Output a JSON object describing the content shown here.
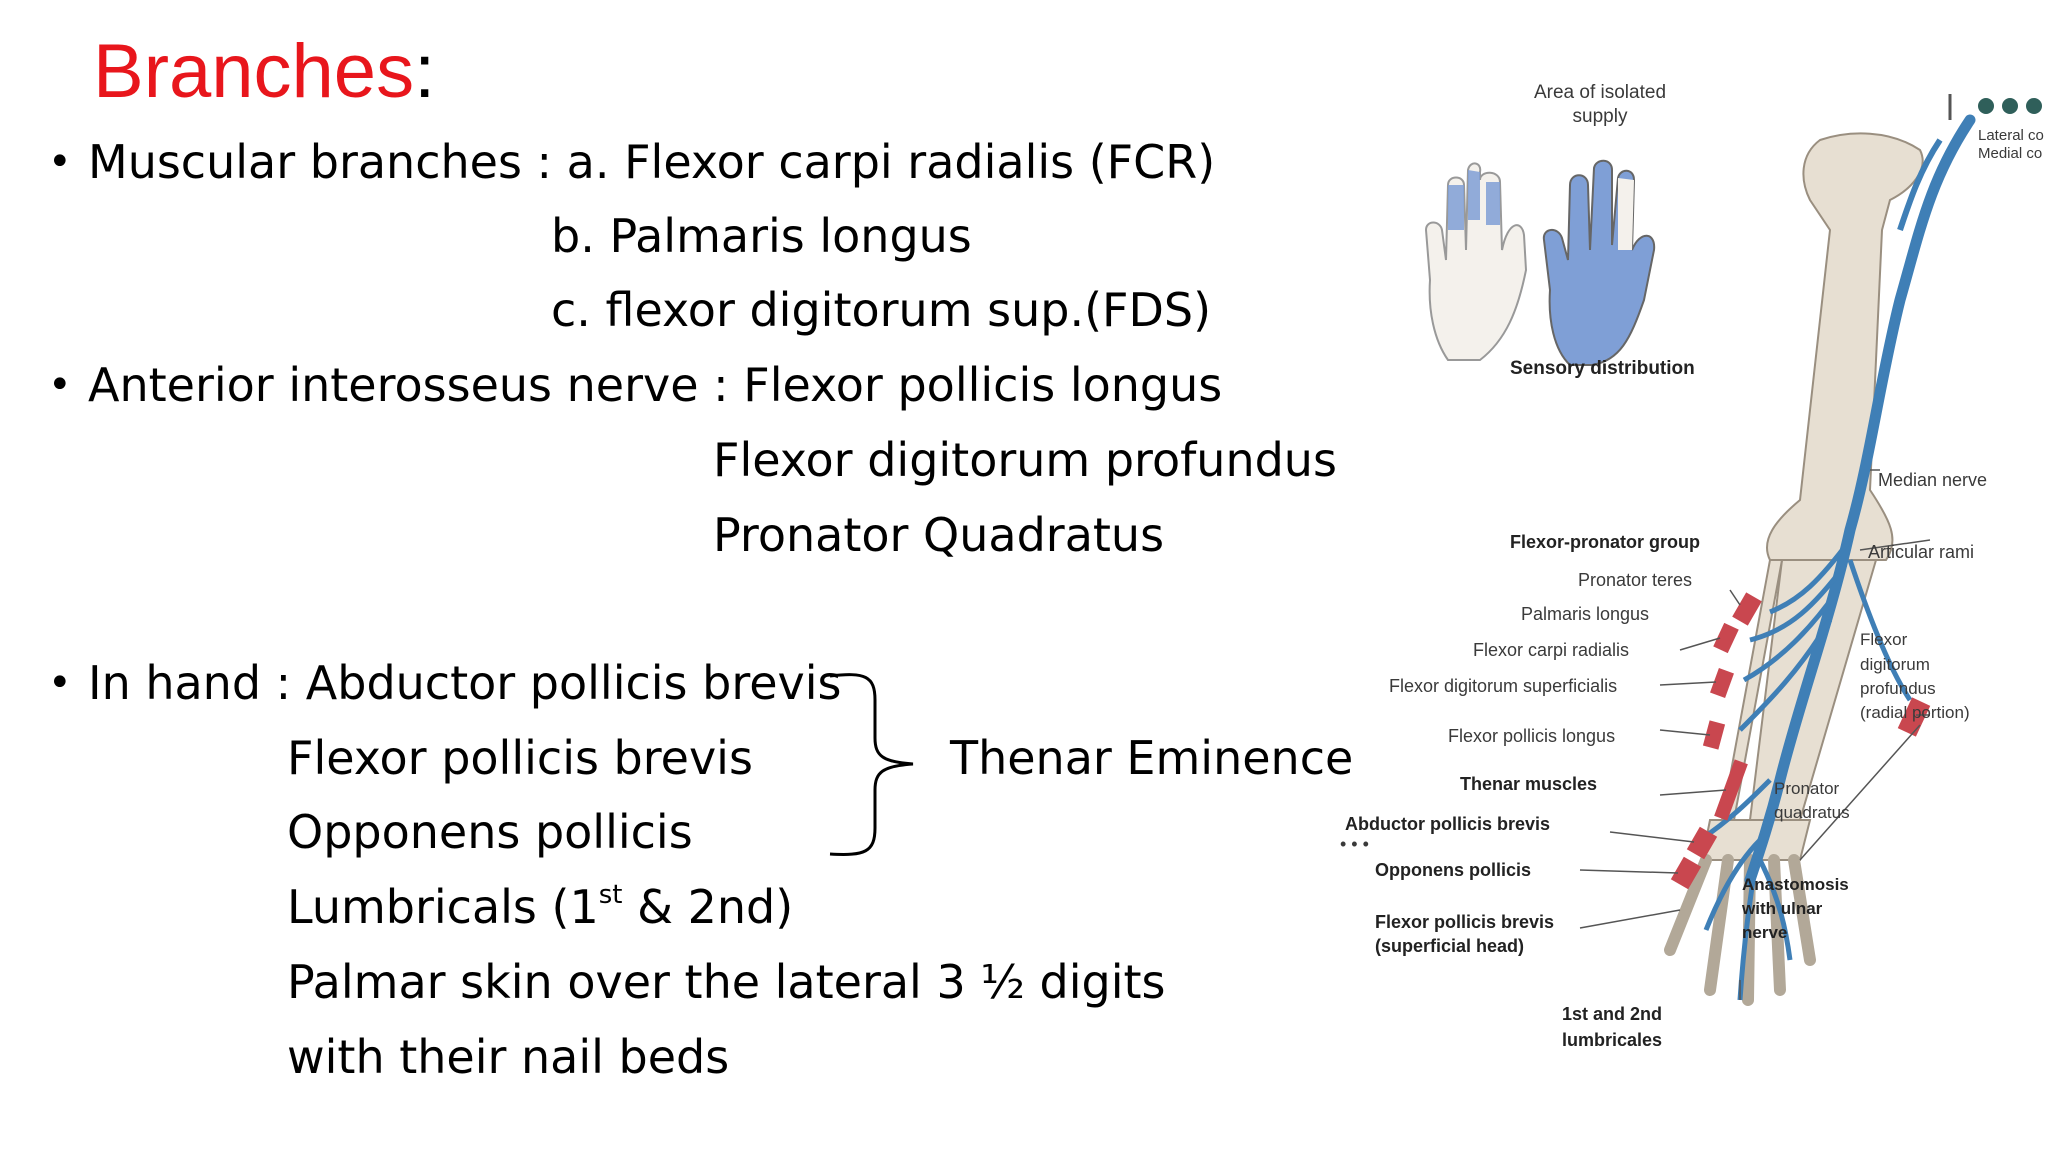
{
  "title": {
    "main": "Branches",
    "colon": ":"
  },
  "bullets": {
    "muscular": {
      "lead": "Muscular branches : a. Flexor carpi radialis (FCR)",
      "b": "b. Palmaris longus",
      "c": "c. flexor digitorum sup.(FDS)"
    },
    "anterior": {
      "lead": "Anterior interosseus nerve : Flexor pollicis longus",
      "l2": "Flexor digitorum profundus",
      "l3": "Pronator Quadratus"
    },
    "hand": {
      "lead": "In hand : Abductor pollicis brevis",
      "l2": "Flexor pollicis brevis",
      "l3": "Opponens pollicis",
      "l4_pre": "Lumbricals (1",
      "l4_sup": "st",
      "l4_post": " & 2nd)",
      "l5": "Palmar skin over the lateral 3 ½ digits",
      "l6": "with their nail beds",
      "group_label": "Thenar Eminence"
    }
  },
  "figure": {
    "labels": {
      "isolated_1": "Area of isolated",
      "isolated_2": "supply",
      "sensory": "Sensory distribution",
      "lateral_cord": "Lateral co",
      "medial_cord": "Medial co",
      "median_nerve": "Median nerve",
      "articular": "Articular rami",
      "flexor_pronator": "Flexor-pronator group",
      "pronator_teres": "Pronator teres",
      "palmaris": "Palmaris longus",
      "fcr": "Flexor carpi radialis",
      "fds": "Flexor digitorum superficialis",
      "fpl": "Flexor pollicis longus",
      "fdp_1": "Flexor",
      "fdp_2": "digitorum",
      "fdp_3": "profundus",
      "fdp_4": "(radial portion)",
      "thenar": "Thenar muscles",
      "apb": "Abductor pollicis brevis",
      "opponens": "Opponens pollicis",
      "fpb_1": "Flexor pollicis brevis",
      "fpb_2": "(superficial head)",
      "pq_1": "Pronator",
      "pq_2": "quadratus",
      "anast_1": "Anastomosis",
      "anast_2": "with ulnar",
      "anast_3": "nerve",
      "lumb_1": "1st and 2nd",
      "lumb_2": "lumbricales"
    },
    "colors": {
      "nerve": "#3f7fb6",
      "muscle": "#c9474f",
      "bone": "#e7dfd2",
      "sensory": "#7f9fd6"
    }
  }
}
